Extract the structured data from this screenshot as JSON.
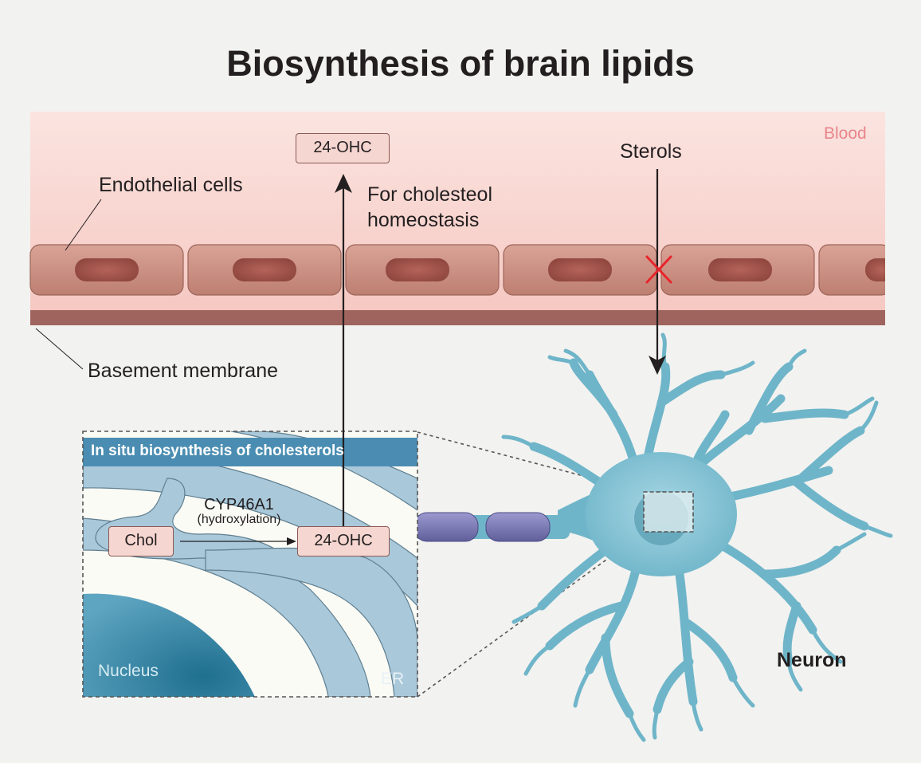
{
  "title": "Biosynthesis of brain lipids",
  "blood": {
    "label": "Blood",
    "top_label": "24-OHC",
    "sterols_label": "Sterols"
  },
  "labels": {
    "endothelial": "Endothelial cells",
    "basement": "Basement membrane",
    "homeostasis_line1": "For cholesteol",
    "homeostasis_line2": "homeostasis",
    "neuron": "Neuron"
  },
  "inset": {
    "header": "In situ biosynthesis of cholesterols",
    "chol": "Chol",
    "product": "24-OHC",
    "enzyme": "CYP46A1",
    "reaction": "(hydroxylation)",
    "nucleus": "Nucleus",
    "er": "ER"
  },
  "colors": {
    "blood_top": "#f9dcd8",
    "blood_bottom": "#f6c9c4",
    "endothelial": "#c98f80",
    "endothelial_nucleus": "#9c4f45",
    "basement": "#a0645e",
    "neuron": "#6fb5c9",
    "axon": "#7a78b0",
    "inset_header": "#4b8db2",
    "blocked_marker": "#e8252c"
  }
}
